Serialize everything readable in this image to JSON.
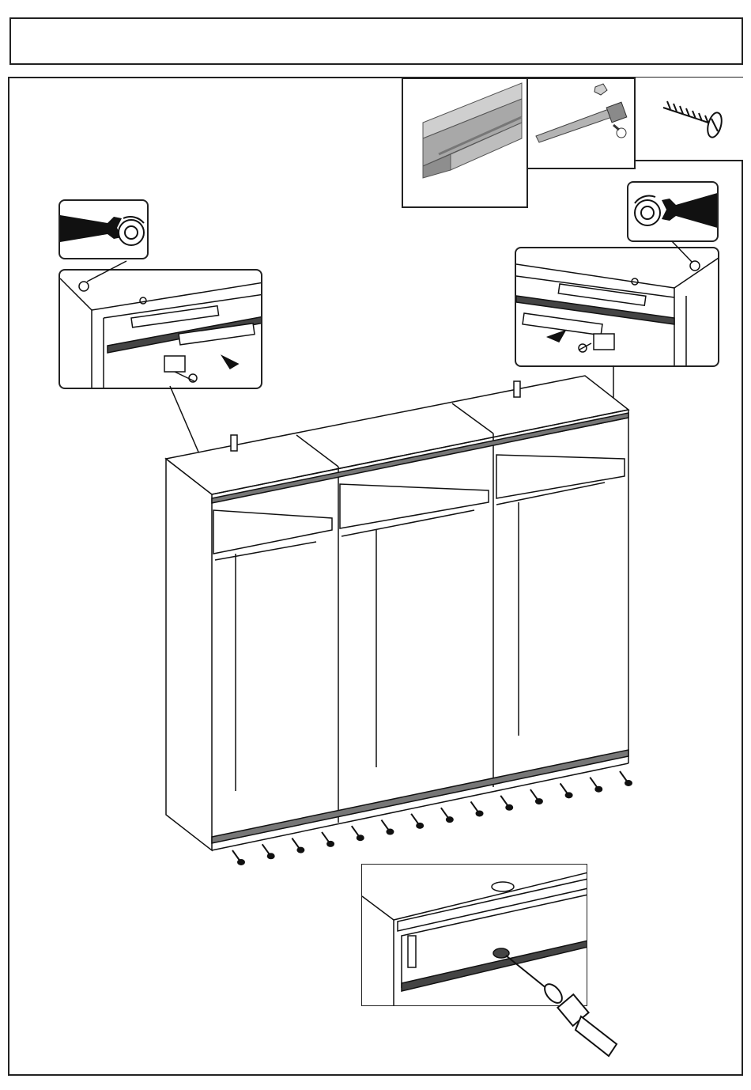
{
  "header": {
    "step_title": ""
  },
  "parts": [
    {
      "id": "track-rail",
      "icon": "aluminium-rail-icon"
    },
    {
      "id": "hanger-bracket",
      "icon": "bracket-with-nut-icon"
    },
    {
      "id": "screw",
      "icon": "screw-icon"
    }
  ],
  "details": {
    "left_tool": "wrench-icon",
    "right_tool": "wrench-icon",
    "bottom_tool": "screwdriver-icon"
  },
  "wardrobe": {
    "sections": 3,
    "bottom_screws": 14
  },
  "colors": {
    "line": "#222222",
    "rail": "#9a9a9a",
    "rail_dark": "#6e6e6e",
    "fill": "#ffffff"
  }
}
